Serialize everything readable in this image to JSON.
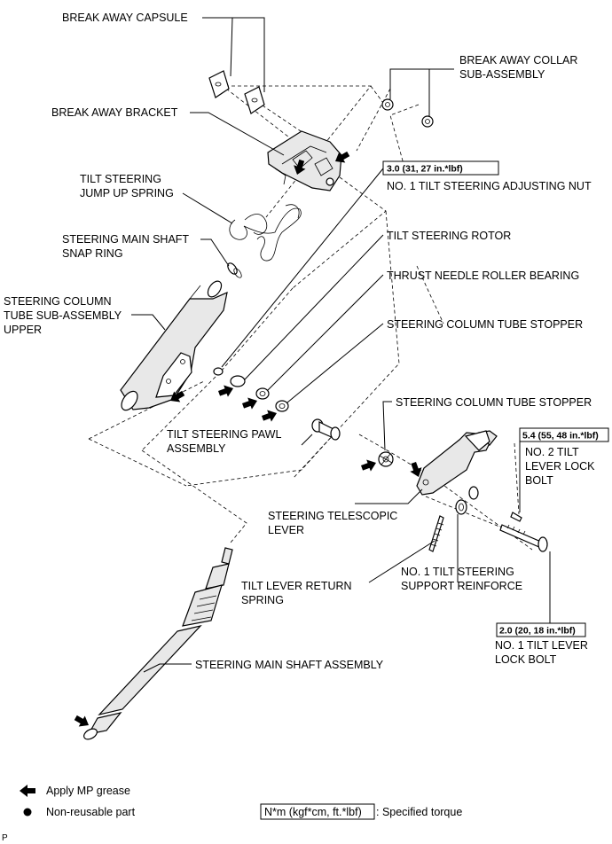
{
  "labels": {
    "break_away_capsule": "BREAK AWAY CAPSULE",
    "break_away_collar_1": "BREAK AWAY COLLAR",
    "break_away_collar_2": "SUB-ASSEMBLY",
    "break_away_bracket": "BREAK AWAY BRACKET",
    "tilt_jump_spring_1": "TILT STEERING",
    "tilt_jump_spring_2": "JUMP UP SPRING",
    "snap_ring_1": "STEERING MAIN SHAFT",
    "snap_ring_2": "SNAP RING",
    "column_tube_1": "STEERING COLUMN",
    "column_tube_2": "TUBE SUB-ASSEMBLY",
    "column_tube_3": "UPPER",
    "adjusting_nut": "NO. 1 TILT STEERING ADJUSTING NUT",
    "tilt_rotor": "TILT STEERING ROTOR",
    "thrust_bearing": "THRUST NEEDLE ROLLER BEARING",
    "tube_stopper_1": "STEERING COLUMN TUBE STOPPER",
    "tube_stopper_2": "STEERING COLUMN TUBE STOPPER",
    "pawl_1": "TILT STEERING PAWL",
    "pawl_2": "ASSEMBLY",
    "lever_lock_bolt2_1": "NO. 2 TILT",
    "lever_lock_bolt2_2": "LEVER LOCK",
    "lever_lock_bolt2_3": "BOLT",
    "telescopic_lever_1": "STEERING TELESCOPIC",
    "telescopic_lever_2": "LEVER",
    "return_spring_1": "TILT LEVER RETURN",
    "return_spring_2": "SPRING",
    "support_reinforce_1": "NO. 1 TILT STEERING",
    "support_reinforce_2": "SUPPORT REINFORCE",
    "lever_lock_bolt1_1": "NO. 1 TILT LEVER",
    "lever_lock_bolt1_2": "LOCK BOLT",
    "main_shaft": "STEERING MAIN SHAFT ASSEMBLY"
  },
  "torques": {
    "adjusting_nut": "3.0 (31, 27 in.*lbf)",
    "lever_lock_bolt2": "5.4 (55, 48 in.*lbf)",
    "lever_lock_bolt1": "2.0 (20, 18 in.*lbf)"
  },
  "legend": {
    "mp_grease": "Apply MP grease",
    "non_reusable": "Non-reusable part",
    "torque_unit": "N*m (kgf*cm, ft.*lbf)",
    "torque_desc": ": Specified torque"
  },
  "corner_mark": "P"
}
